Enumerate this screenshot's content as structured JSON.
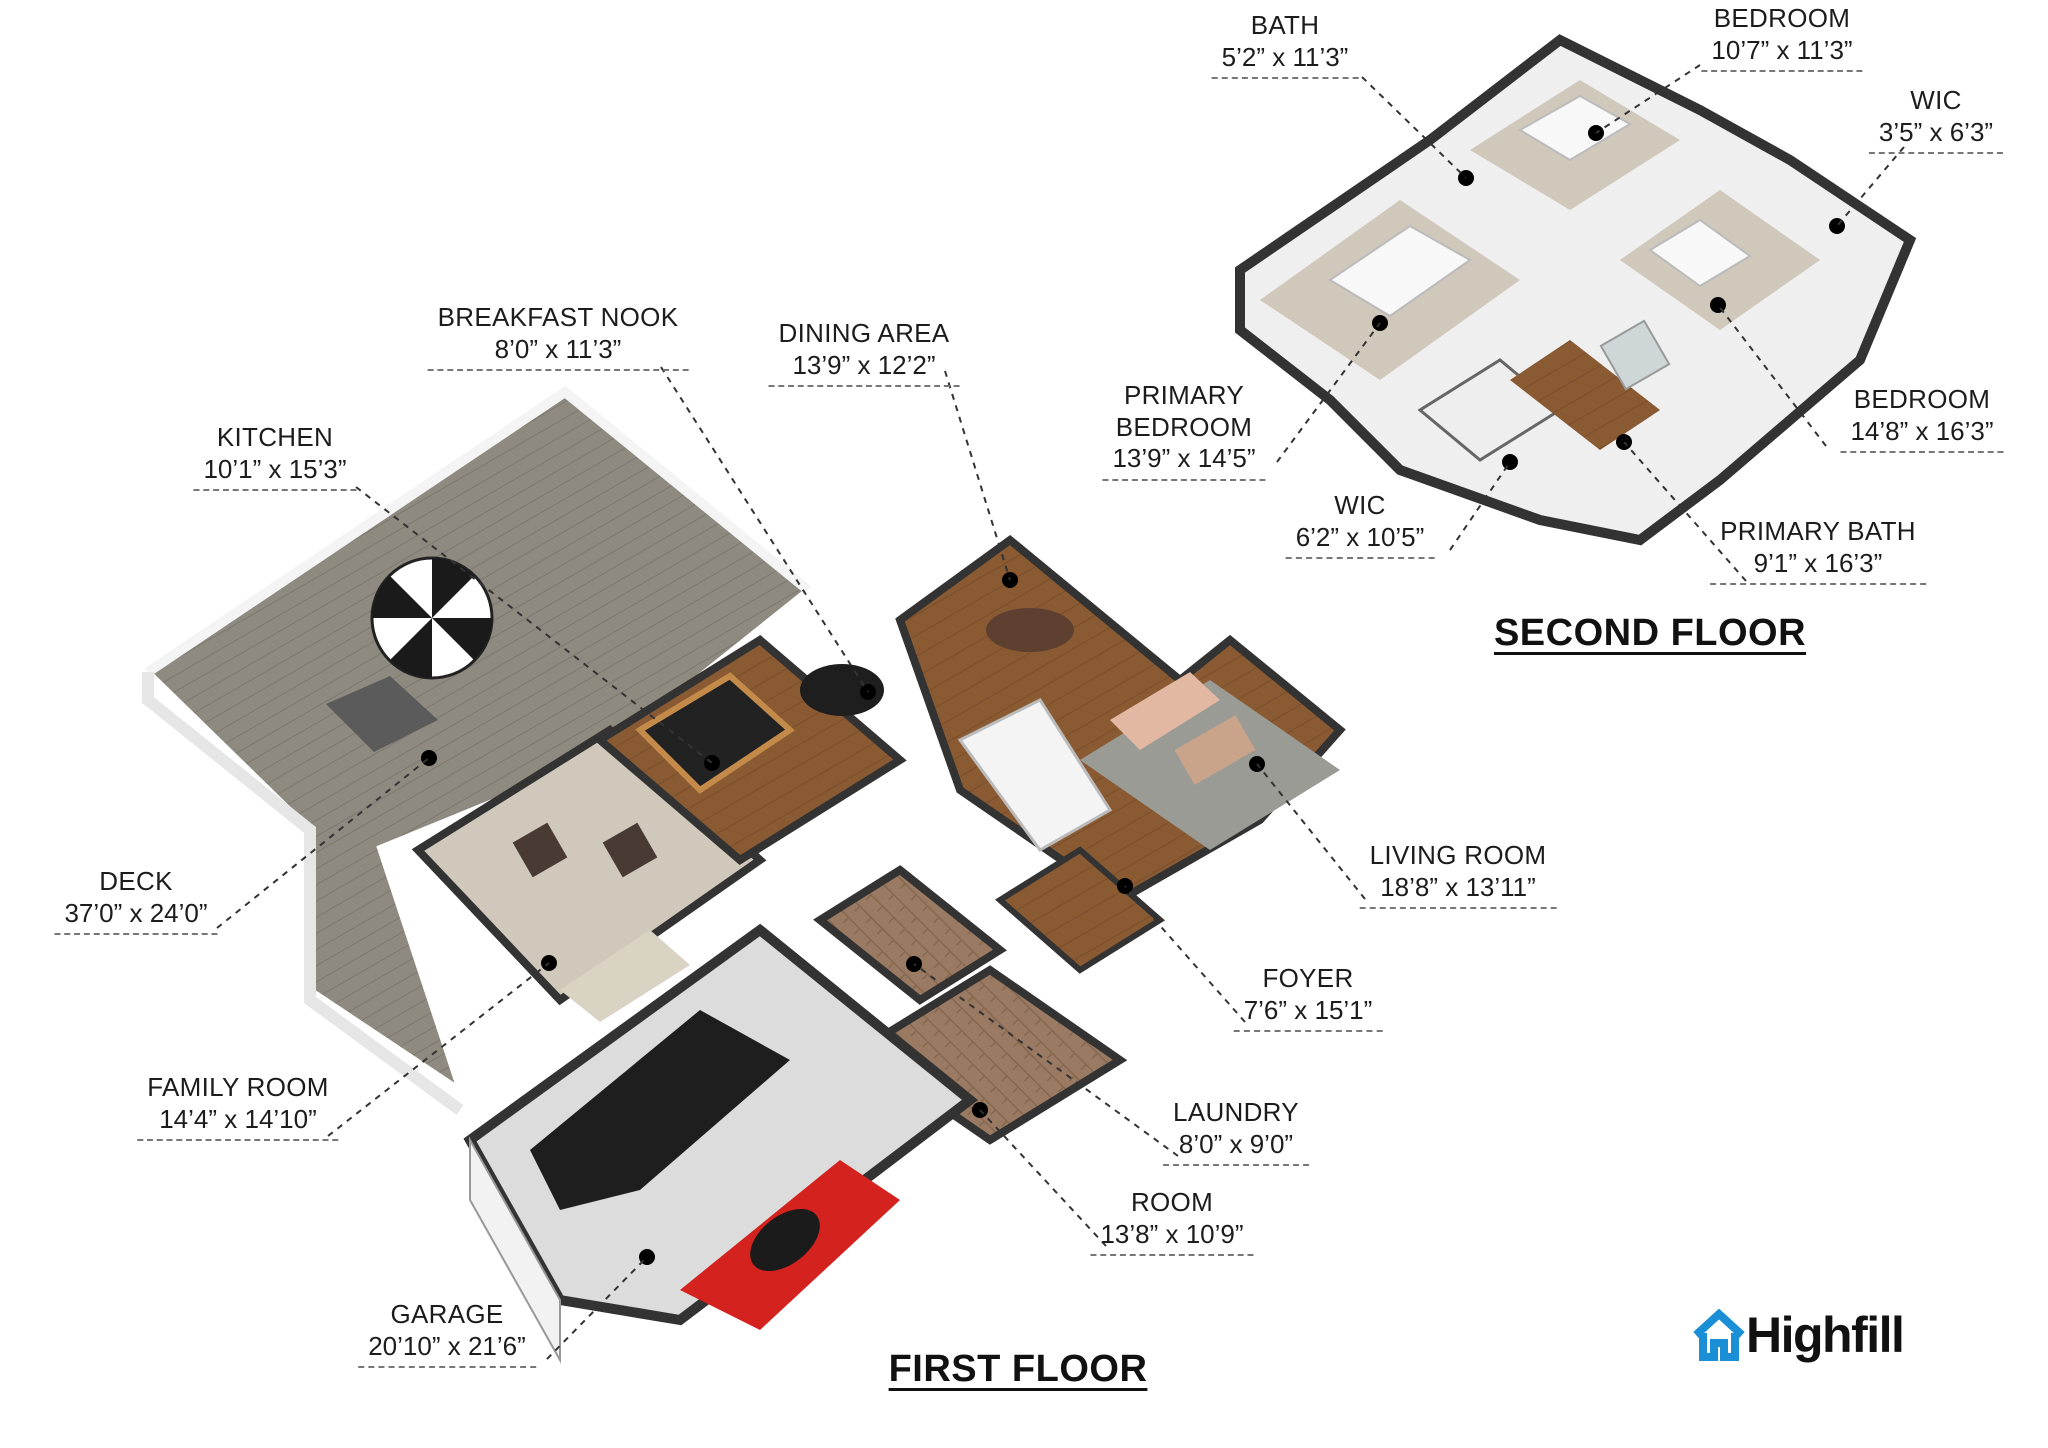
{
  "colors": {
    "brand": "#1a8fd6",
    "wood": "#8a5a33",
    "deck": "#8f8a80",
    "wall_top": "#3a3a3a",
    "wall_side": "#eeeeee",
    "carpet": "#cfc8bb",
    "tile": "#b0b0ad",
    "garage_floor": "#dadada",
    "leader": "#333333"
  },
  "floors": {
    "first": "FIRST FLOOR",
    "second": "SECOND FLOOR"
  },
  "rooms": [
    {
      "id": "bath",
      "name": "BATH",
      "dims": "5’2” x 11’3”"
    },
    {
      "id": "bedroom-1",
      "name": "BEDROOM",
      "dims": "10’7” x 11’3”"
    },
    {
      "id": "wic-2",
      "name": "WIC",
      "dims": "3’5” x 6’3”"
    },
    {
      "id": "primary-bedroom",
      "name": "PRIMARY BEDROOM",
      "dims": "13’9” x 14’5”"
    },
    {
      "id": "bedroom-2",
      "name": "BEDROOM",
      "dims": "14’8” x 16’3”"
    },
    {
      "id": "wic-1",
      "name": "WIC",
      "dims": "6’2” x 10’5”"
    },
    {
      "id": "primary-bath",
      "name": "PRIMARY BATH",
      "dims": "9’1” x 16’3”"
    },
    {
      "id": "breakfast-nook",
      "name": "BREAKFAST NOOK",
      "dims": "8’0” x 11’3”"
    },
    {
      "id": "dining-area",
      "name": "DINING AREA",
      "dims": "13’9” x 12’2”"
    },
    {
      "id": "kitchen",
      "name": "KITCHEN",
      "dims": "10’1” x 15’3”"
    },
    {
      "id": "living-room",
      "name": "LIVING ROOM",
      "dims": "18’8” x 13’11”"
    },
    {
      "id": "deck",
      "name": "DECK",
      "dims": "37’0” x 24’0”"
    },
    {
      "id": "foyer",
      "name": "FOYER",
      "dims": "7’6” x 15’1”"
    },
    {
      "id": "family-room",
      "name": "FAMILY ROOM",
      "dims": "14’4” x 14’10”"
    },
    {
      "id": "laundry",
      "name": "LAUNDRY",
      "dims": "8’0” x 9’0”"
    },
    {
      "id": "room",
      "name": "ROOM",
      "dims": "13’8” x 10’9”"
    },
    {
      "id": "garage",
      "name": "GARAGE",
      "dims": "20’10” x 21’6”"
    }
  ],
  "brand": {
    "logo_icon": "house-icon",
    "text": "Highfill"
  }
}
